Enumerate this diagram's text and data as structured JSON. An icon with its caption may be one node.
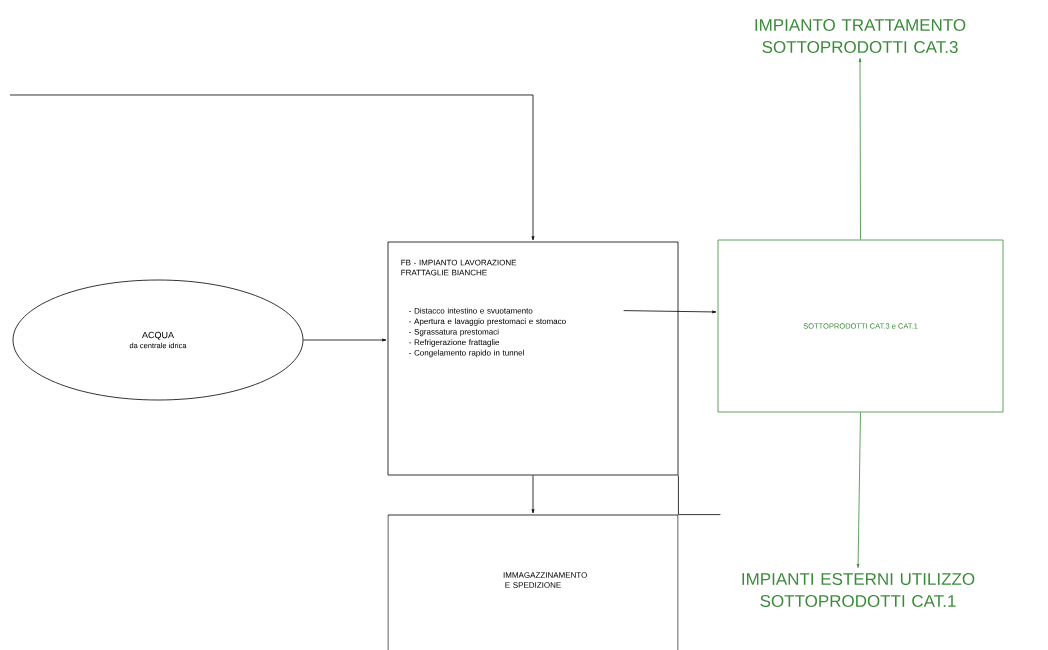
{
  "diagram": {
    "nodes": [
      {
        "text": [
          "ACQUA",
          "da centrale idrica"
        ]
      },
      {
        "text": [
          "FB - IMPIANTO LAVORAZIONE FRATTAGLIE BIANCHE",
          "- Distacco intestino e svuotamento",
          "- Apertura e lavaggio prestomaci e stomaco",
          "- Sgrassatura prestomaci",
          "- Refrigerazione frattaglie",
          "- Congelamento rapido in tunnel"
        ]
      },
      {
        "text": [
          "SOTTOPRODOTTI CAT.3 e CAT.1"
        ]
      },
      {
        "text": [
          "IMPIANTO TRATTAMENTO SOTTOPRODOTTI CAT.3"
        ]
      },
      {
        "text": [
          "IMPIANTI ESTERNI UTILIZZO SOTTOPRODOTTI CAT.1"
        ]
      },
      {
        "text": [
          "IMMAGAZZINAMENTO E SPEDIZIONE"
        ]
      }
    ],
    "edges": [
      {
        "from": null,
        "to": 1,
        "arrow": "to"
      },
      {
        "from": 0,
        "to": 1,
        "arrow": "to"
      },
      {
        "from": 1,
        "to": 2,
        "arrow": "to"
      },
      {
        "from": 2,
        "to": 3,
        "arrow": "to",
        "color": "#3a8a3a"
      },
      {
        "from": 2,
        "to": 4,
        "arrow": "to",
        "color": "#3a8a3a"
      },
      {
        "from": 1,
        "to": 5,
        "arrow": "to"
      },
      {
        "from": 1,
        "to": 5,
        "arrow": "none"
      },
      {
        "from": 5,
        "to": null,
        "arrow": "none"
      }
    ]
  }
}
